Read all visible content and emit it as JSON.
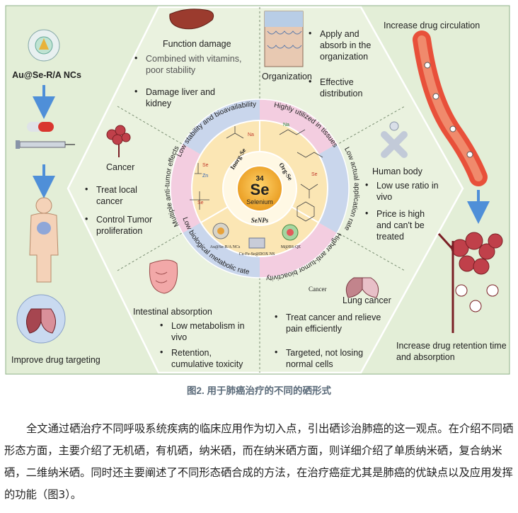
{
  "figure": {
    "left_panel": {
      "nanoparticle_label": "Au@Se-R/A NCs",
      "bottom_label": "Improve drug targeting"
    },
    "right_panel": {
      "top_label": "Increase drug circulation",
      "bottom_label": "Increase drug retention time and absorption"
    },
    "hexagon": {
      "function_damage": {
        "title": "Function damage",
        "items": [
          "Combined with vitamins, poor stability",
          "Damage liver and kidney"
        ]
      },
      "organization": {
        "title": "Organization",
        "items": [
          "Apply and absorb in the organization",
          "Effective distribution"
        ]
      },
      "human_body": {
        "title": "Human body",
        "items": [
          "Low use ratio in vivo",
          "Price is high and can't be treated"
        ]
      },
      "lung_cancer": {
        "title": "Lung cancer",
        "cancer_tag": "Cancer",
        "items": [
          "Treat cancer and relieve pain efficiently",
          "Targeted, not losing normal cells"
        ]
      },
      "intestinal": {
        "title": "Intestinal absorption",
        "items": [
          "Low metabolism in vivo",
          "Retention, cumulative toxicity"
        ]
      },
      "cancer": {
        "title": "Cancer",
        "items": [
          "Treat local cancer",
          "Control Tumor proliferation"
        ]
      }
    },
    "ring_labels": {
      "top_left": "Low stability and bioavailability",
      "top_right": "Highly utilized in tissues",
      "right": "Low actual application rate",
      "bottom_right": "Higher anti-tumor bioactivity",
      "bottom_left": "Low biological metabolic rate",
      "left": "Multiple anti-tumor effects"
    },
    "center": {
      "atomic_number": "34",
      "symbol": "Se",
      "name": "Selenium",
      "inorg": "Inorg-Se",
      "org": "Org-Se",
      "senps": "SeNPs",
      "np1": "Au@Se-R/A NCs",
      "np2": "Cu-Fe-Se@DOX NS",
      "np3": "M@BS-QE"
    },
    "colors": {
      "panel_green": "#e3eed7",
      "hex_green": "#eaf2df",
      "ring_blue": "#c9d6ec",
      "ring_pink": "#f3cde0",
      "sector_yellow": "#fbe6b4",
      "core_orange": "#f3b23a",
      "arrow_blue": "#4f8fd8",
      "vessel_red": "#e8503a"
    }
  },
  "caption": "图2. 用于肺癌治疗的不同的硒形式",
  "paragraph": "全文通过硒治疗不同呼吸系统疾病的临床应用作为切入点，引出硒诊治肺癌的这一观点。在介绍不同硒形态方面，主要介绍了无机硒，有机硒，纳米硒，而在纳米硒方面，则详细介绍了单质纳米硒，复合纳米硒，二维纳米硒。同时还主要阐述了不同形态硒合成的方法，在治疗癌症尤其是肺癌的优缺点以及应用发挥的功能（图3）。"
}
